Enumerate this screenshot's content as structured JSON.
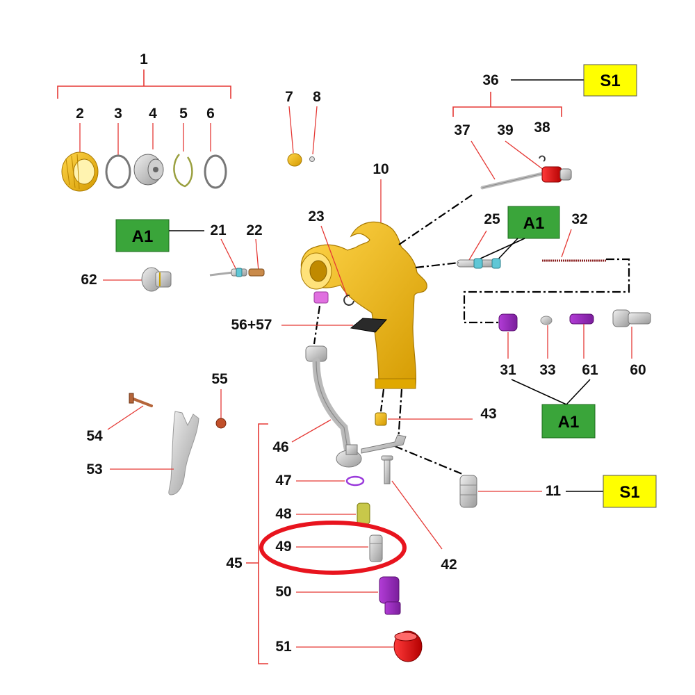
{
  "labels": {
    "n1": "1",
    "n2": "2",
    "n3": "3",
    "n4": "4",
    "n5": "5",
    "n6": "6",
    "n7": "7",
    "n8": "8",
    "n10": "10",
    "n11": "11",
    "n21": "21",
    "n22": "22",
    "n23": "23",
    "n25": "25",
    "n31": "31",
    "n32": "32",
    "n33": "33",
    "n36": "36",
    "n37": "37",
    "n38": "38",
    "n39": "39",
    "n42": "42",
    "n43": "43",
    "n45": "45",
    "n46": "46",
    "n47": "47",
    "n48": "48",
    "n49": "49",
    "n50": "50",
    "n51": "51",
    "n53": "53",
    "n54": "54",
    "n55": "55",
    "n5657": "56+57",
    "n60": "60",
    "n61": "61",
    "n62": "62"
  },
  "tags": {
    "s1_top": "S1",
    "s1_bottom": "S1",
    "a1_left": "A1",
    "a1_right": "A1",
    "a1_bottom": "A1"
  },
  "colors": {
    "tag_s1": "#ffff00",
    "tag_a1": "#3aa53a",
    "leader": "#e53935",
    "highlight": "#e8141e",
    "gun_body": "#f2b705"
  },
  "highlighted_part": "49"
}
